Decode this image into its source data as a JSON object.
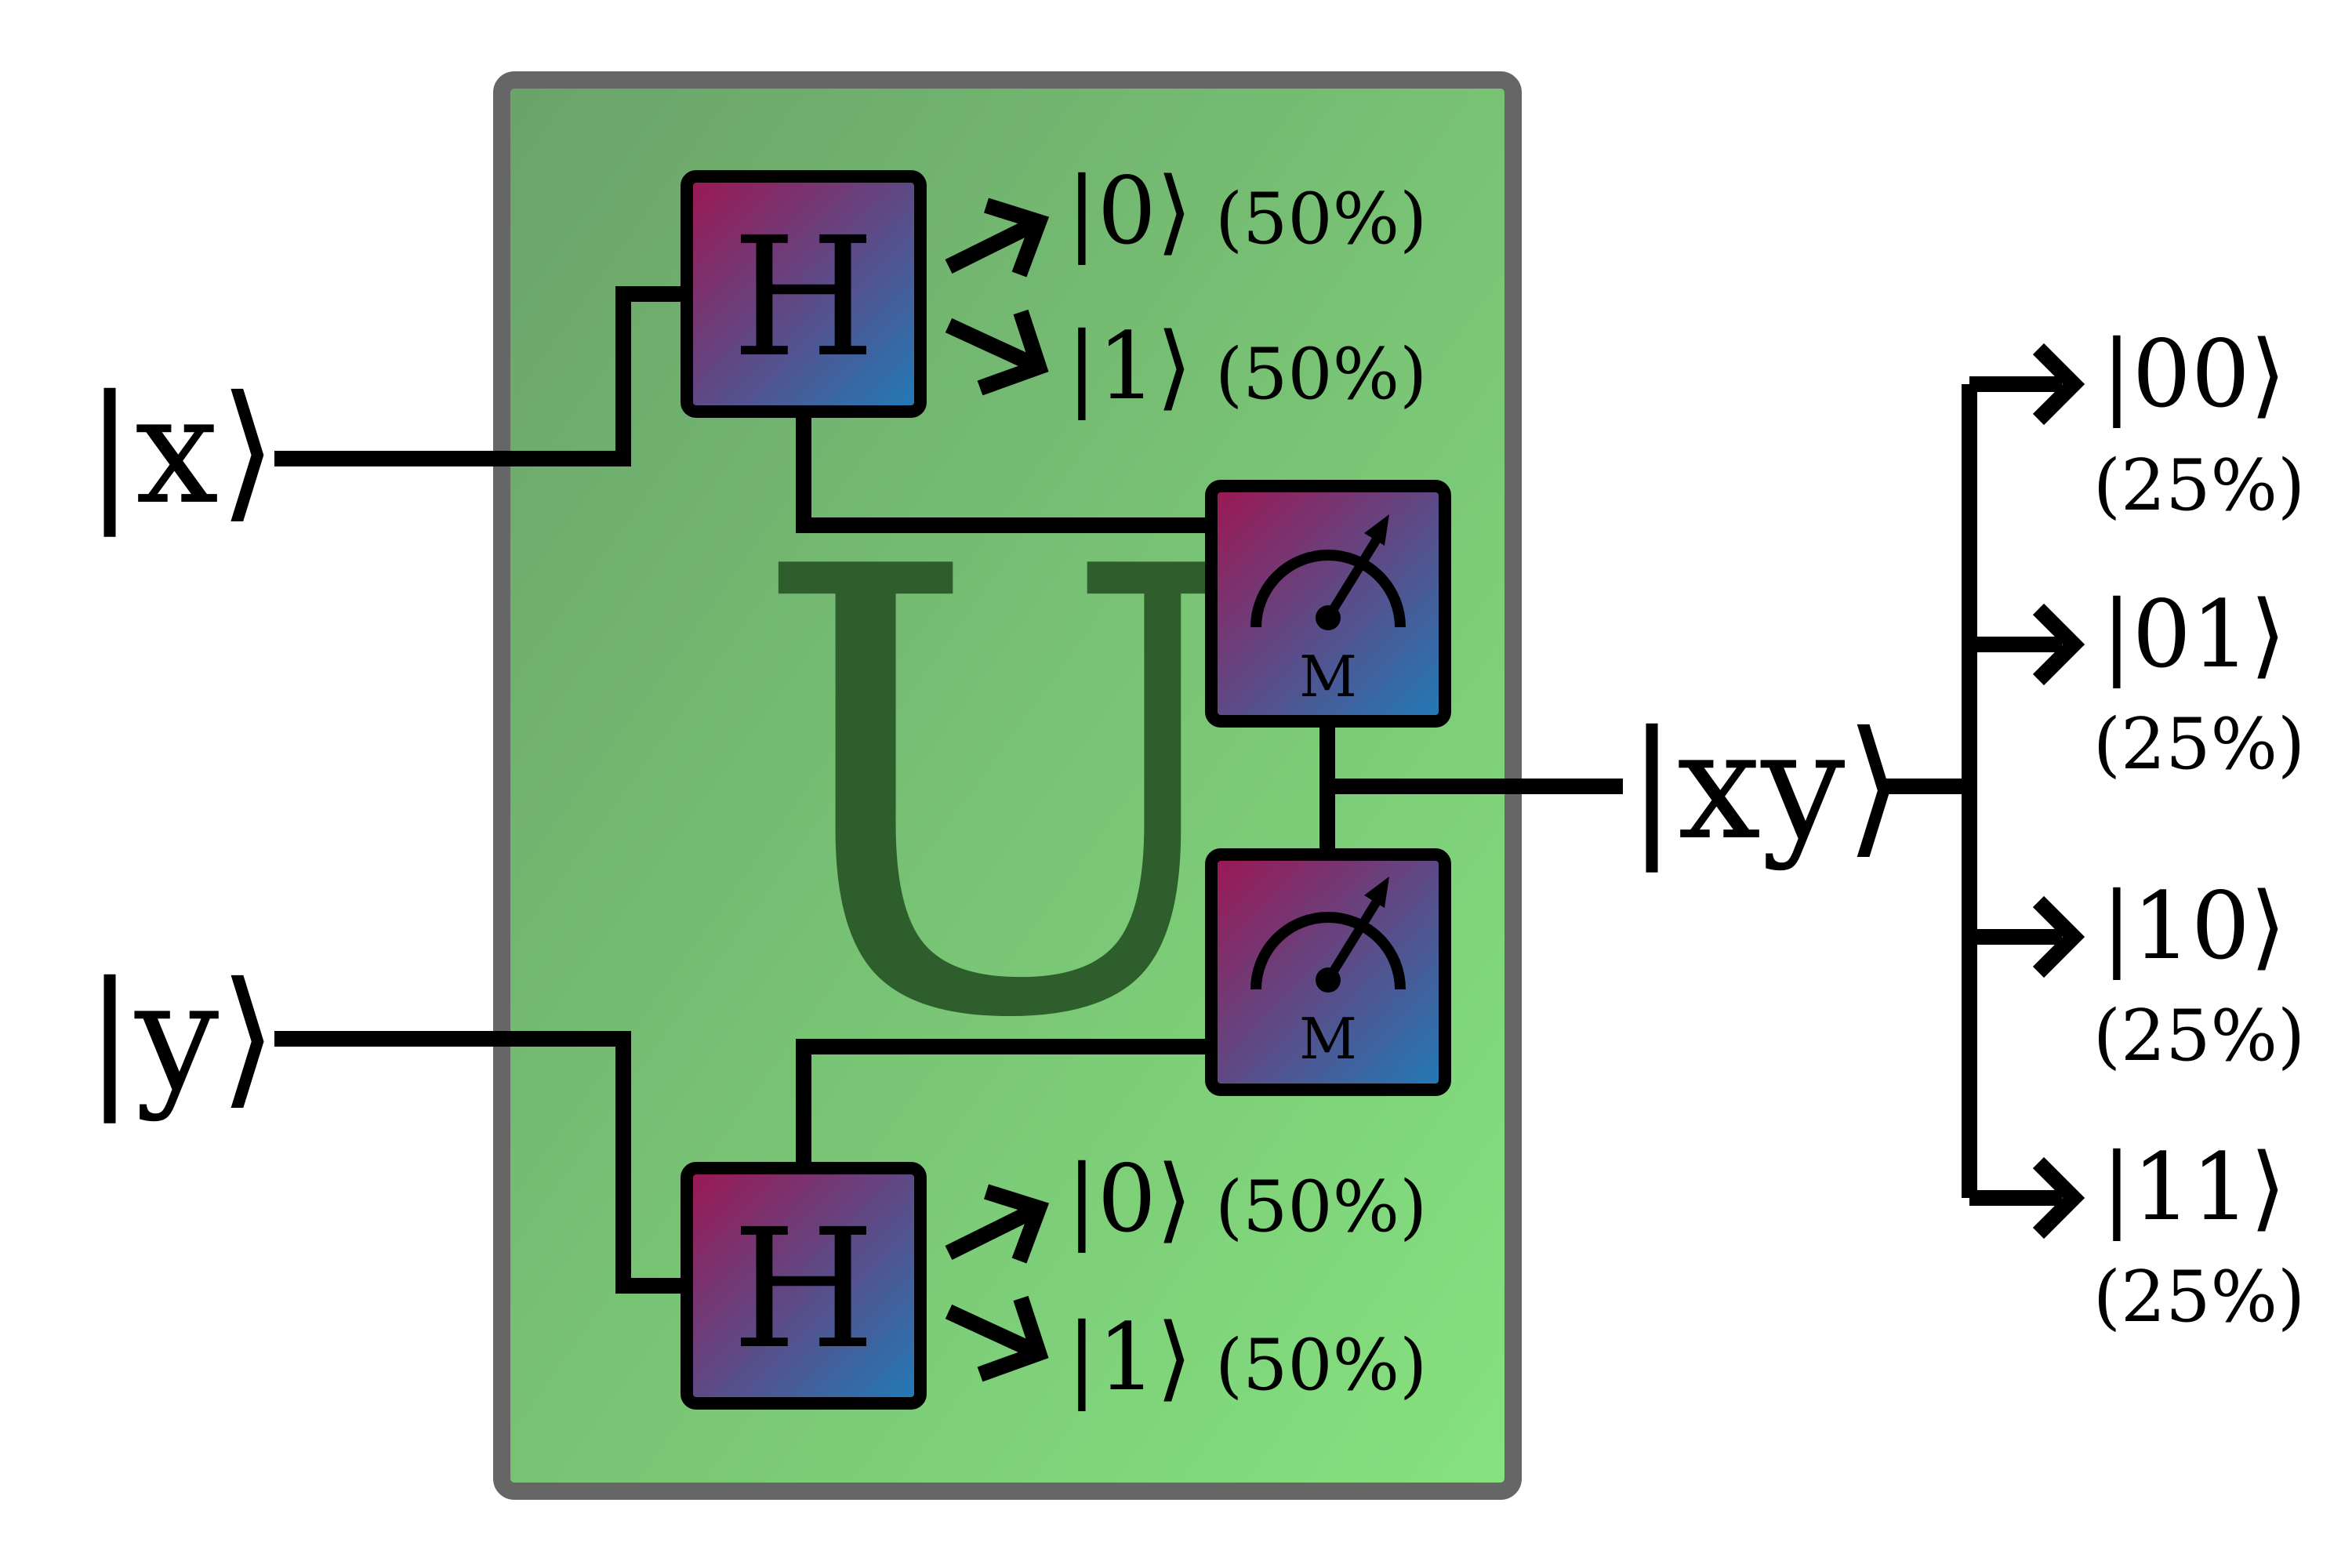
{
  "colors": {
    "box_fill_start": "#6aa36a",
    "box_fill_end": "#86e27f",
    "box_border": "#666666",
    "gate_gradient_start": "#9e1652",
    "gate_gradient_end": "#1f7cb8",
    "u_letter": "#2e5e2c",
    "ink": "#000000"
  },
  "inputs": {
    "x_label": "|x⟩",
    "y_label": "|y⟩"
  },
  "unitary": {
    "label": "U",
    "gates": {
      "top_hadamard": "H",
      "bottom_hadamard": "H",
      "top_measure": "M",
      "bottom_measure": "M"
    },
    "top_outcomes": [
      {
        "ket": "|0⟩",
        "prob": "(50%)"
      },
      {
        "ket": "|1⟩",
        "prob": "(50%)"
      }
    ],
    "bottom_outcomes": [
      {
        "ket": "|0⟩",
        "prob": "(50%)"
      },
      {
        "ket": "|1⟩",
        "prob": "(50%)"
      }
    ]
  },
  "output": {
    "label": "|xy⟩",
    "outcomes": [
      {
        "ket": "|00⟩",
        "prob": "(25%)"
      },
      {
        "ket": "|01⟩",
        "prob": "(25%)"
      },
      {
        "ket": "|10⟩",
        "prob": "(25%)"
      },
      {
        "ket": "|11⟩",
        "prob": "(25%)"
      }
    ]
  }
}
